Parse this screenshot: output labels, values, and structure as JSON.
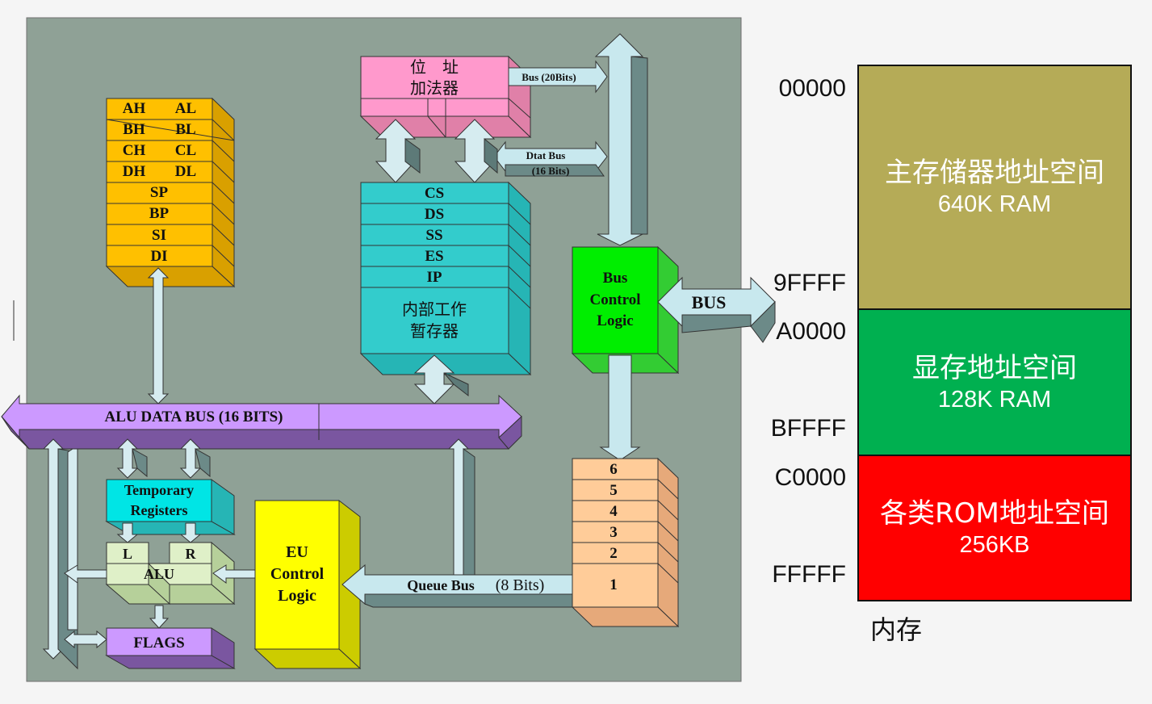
{
  "cpu": {
    "general_registers": [
      "AH",
      "AL",
      "BH",
      "BL",
      "CH",
      "CL",
      "DH",
      "DL"
    ],
    "pointer_registers": [
      "SP",
      "BP",
      "SI",
      "DI"
    ],
    "address_adder_line1": "位　址",
    "address_adder_line2": "加法器",
    "bus_20": "Bus (20Bits)",
    "data_bus_line1": "Dtat Bus",
    "data_bus_line2": "(16 Bits)",
    "segment_registers": [
      "CS",
      "DS",
      "SS",
      "ES",
      "IP"
    ],
    "internal_reg_line1": "内部工作",
    "internal_reg_line2": "暂存器",
    "bus_control": [
      "Bus",
      "Control",
      "Logic"
    ],
    "bus_label": "BUS",
    "alu_data_bus": "ALU DATA BUS (16 BITS)",
    "temp_reg_line1": "Temporary",
    "temp_reg_line2": "Registers",
    "alu_left": "L",
    "alu_right": "R",
    "alu": "ALU",
    "flags": "FLAGS",
    "eu_control": [
      "EU",
      "Control",
      "Logic"
    ],
    "queue_bus_a": "Queue  Bus",
    "queue_bus_b": "(8 Bits)",
    "queue_slots": [
      "6",
      "5",
      "4",
      "3",
      "2",
      "1"
    ]
  },
  "memory": {
    "addresses": [
      "00000",
      "9FFFF",
      "A0000",
      "BFFFF",
      "C0000",
      "FFFFF"
    ],
    "regions": [
      {
        "name": "主存储器地址空间",
        "size": "640K RAM",
        "color": "#b5ab57"
      },
      {
        "name": "显存地址空间",
        "size": "128K RAM",
        "color": "#00b050"
      },
      {
        "name": "各类ROM地址空间",
        "size": "256KB",
        "color": "#ff0000"
      }
    ],
    "caption": "内存"
  }
}
